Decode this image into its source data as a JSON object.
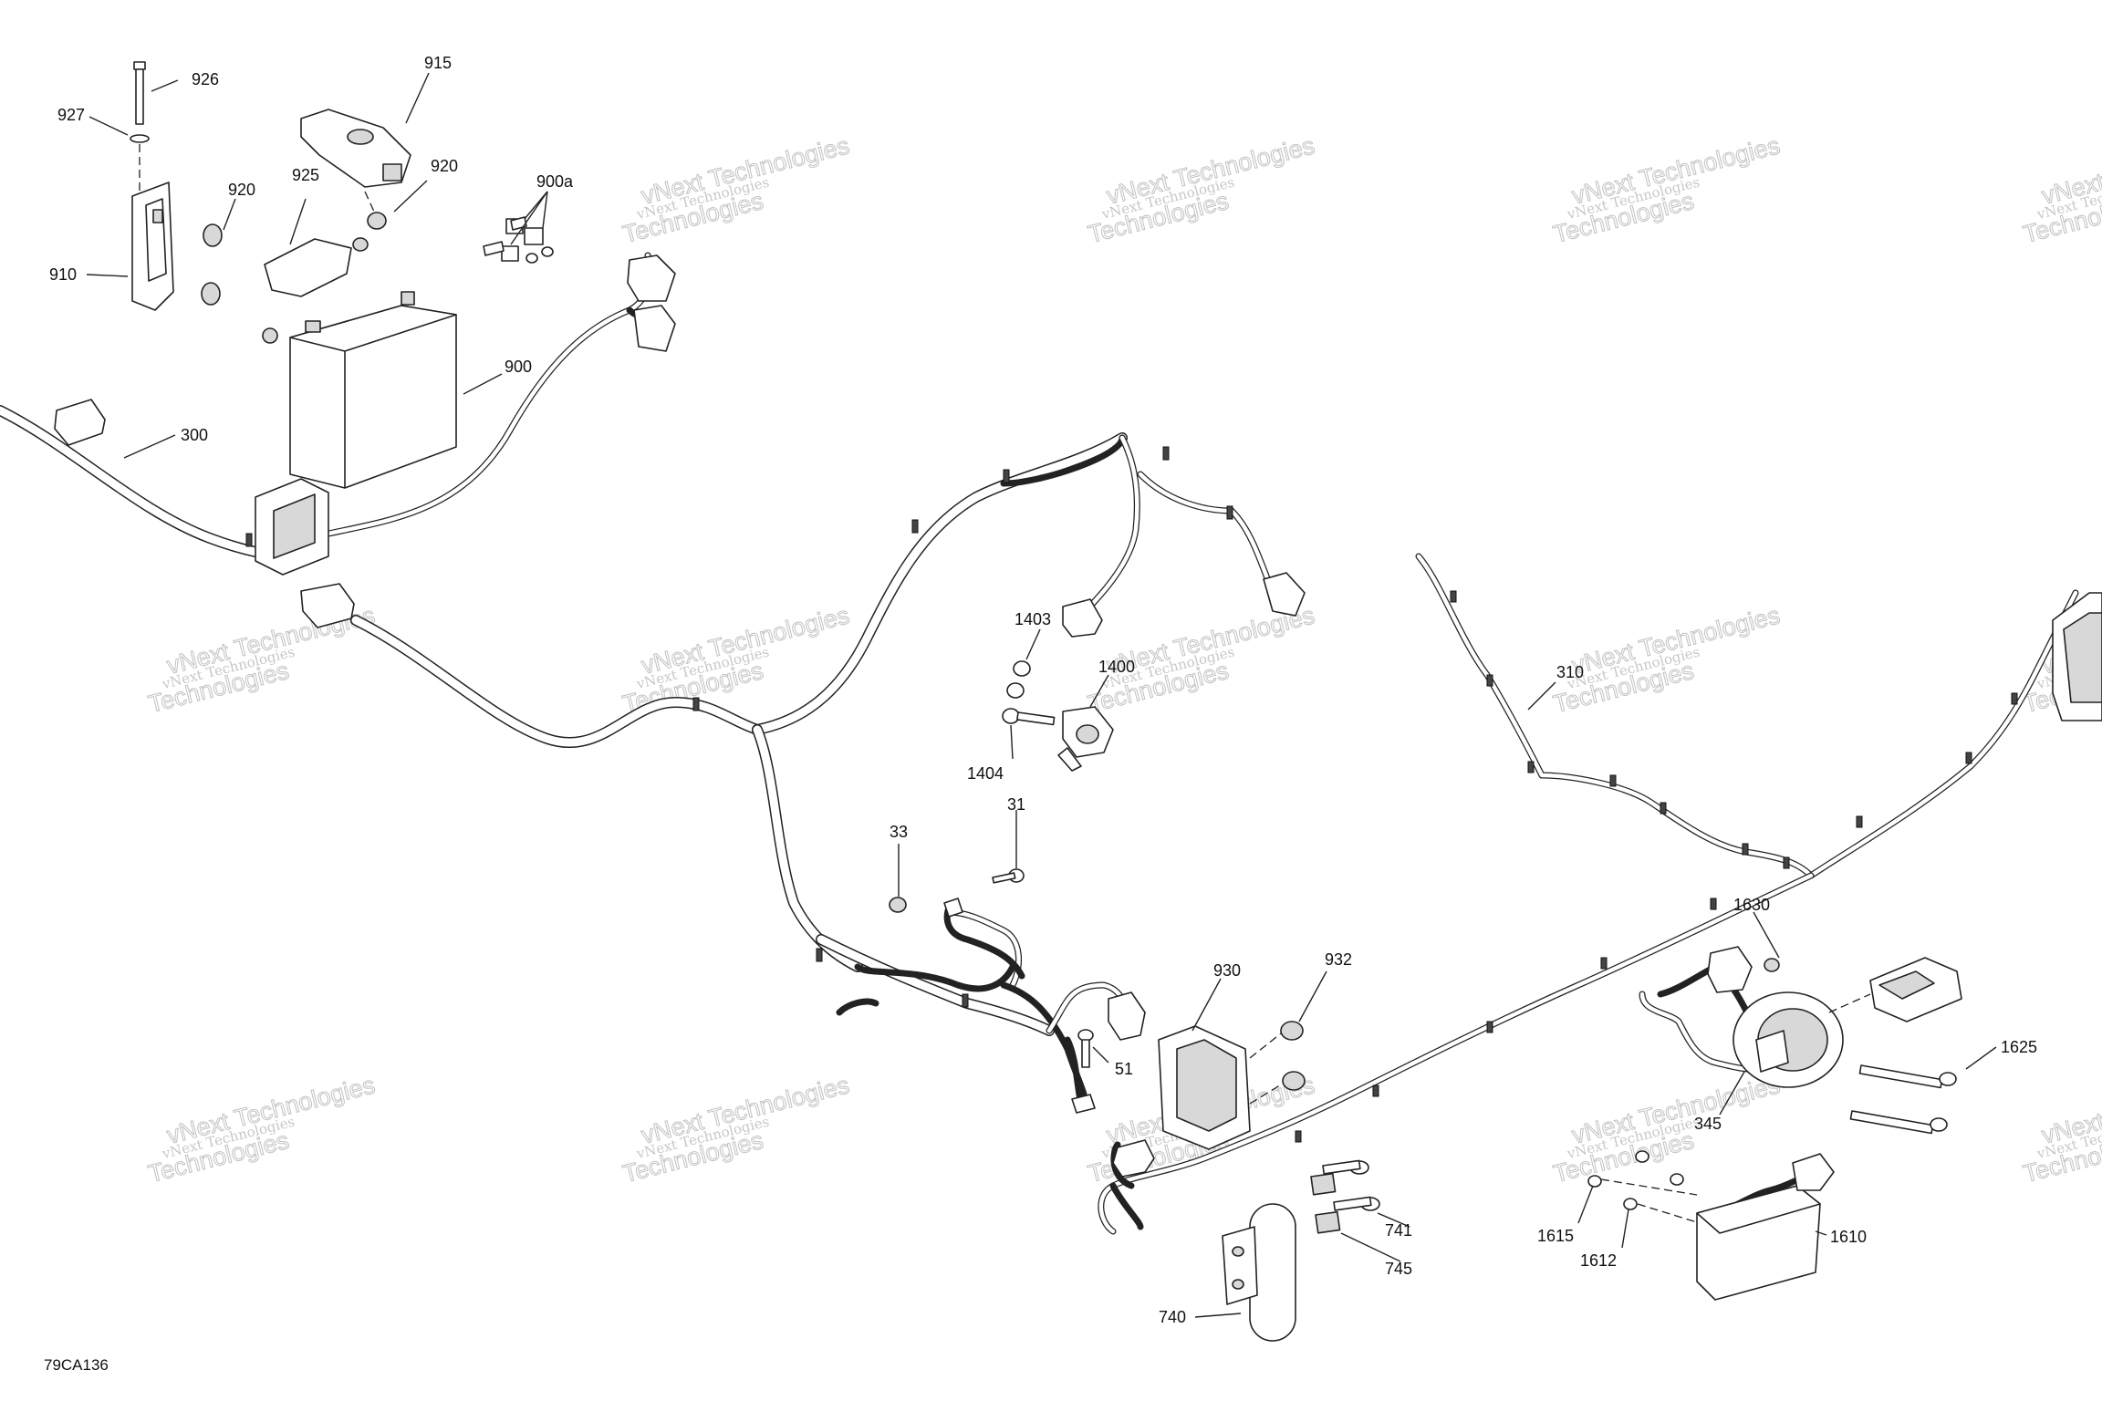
{
  "figure_id": "79CA136",
  "watermark": {
    "line1": "vNext Technologies",
    "line2": "Technologies"
  },
  "callouts": {
    "c926": "926",
    "c927": "927",
    "c915": "915",
    "c920a": "920",
    "c920b": "920",
    "c925": "925",
    "c900a": "900a",
    "c910": "910",
    "c900": "900",
    "c300": "300",
    "c1403": "1403",
    "c1400": "1400",
    "c1404": "1404",
    "c310": "310",
    "c33": "33",
    "c31": "31",
    "c930": "930",
    "c932": "932",
    "c51": "51",
    "c1630": "1630",
    "c1625": "1625",
    "c345": "345",
    "c741": "741",
    "c745": "745",
    "c740": "740",
    "c1615": "1615",
    "c1612": "1612",
    "c1610": "1610"
  }
}
